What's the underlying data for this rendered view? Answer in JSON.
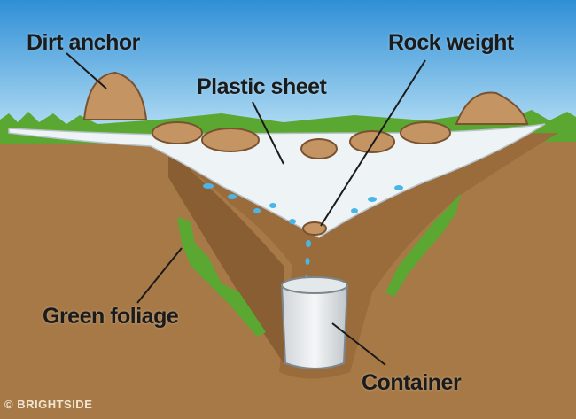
{
  "labels": {
    "dirt_anchor": "Dirt anchor",
    "plastic_sheet": "Plastic sheet",
    "rock_weight": "Rock weight",
    "green_foliage": "Green foliage",
    "container": "Container"
  },
  "watermark": "© BRIGHTSIDE",
  "colors": {
    "sky_top": "#2f8fd6",
    "sky_bottom": "#bfe4f7",
    "dirt": "#a67946",
    "dirt_dark": "#8a5e33",
    "grass": "#5aa832",
    "plastic": "#eef3f6",
    "water": "#49b6e8"
  }
}
